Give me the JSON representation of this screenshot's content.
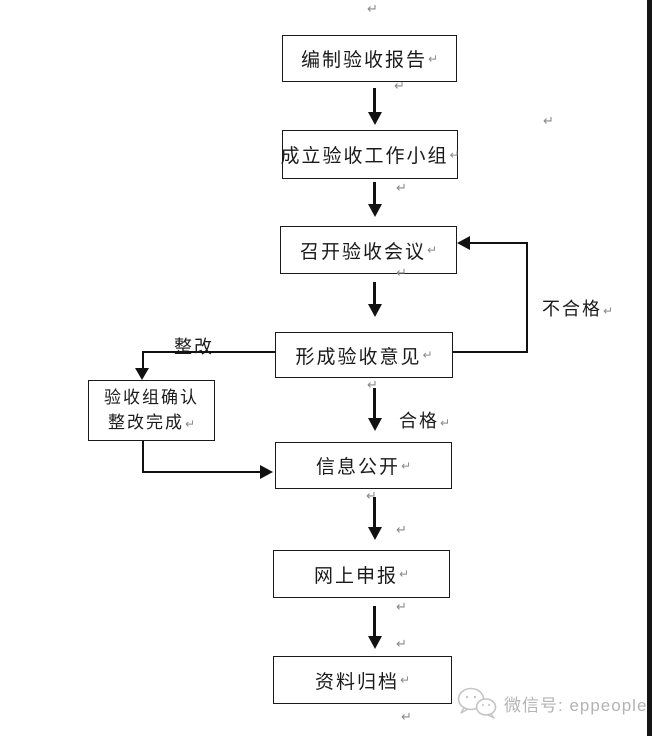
{
  "diagram": {
    "boxes": [
      {
        "label": "编制验收报告"
      },
      {
        "label": "成立验收工作小组"
      },
      {
        "label": "召开验收会议"
      },
      {
        "label": "形成验收意见"
      },
      {
        "line1": "验收组确认",
        "line2": "整改完成"
      },
      {
        "label": "信息公开"
      },
      {
        "label": "网上申报"
      },
      {
        "label": "资料归档"
      }
    ],
    "edge_labels": {
      "rectify": "整改",
      "fail": "不合格",
      "pass": "合格"
    },
    "paragraph_mark": "↵"
  },
  "watermark": {
    "icon": "wechat-logo",
    "label": "微信号: eppeople"
  },
  "colors": {
    "line": "#111111",
    "box_border": "#1a1a1a",
    "text": "#1a1a1a",
    "paragraph_mark": "#8a8a8a",
    "watermark": "#b4b4b4",
    "right_edge_bar": "#151515"
  }
}
